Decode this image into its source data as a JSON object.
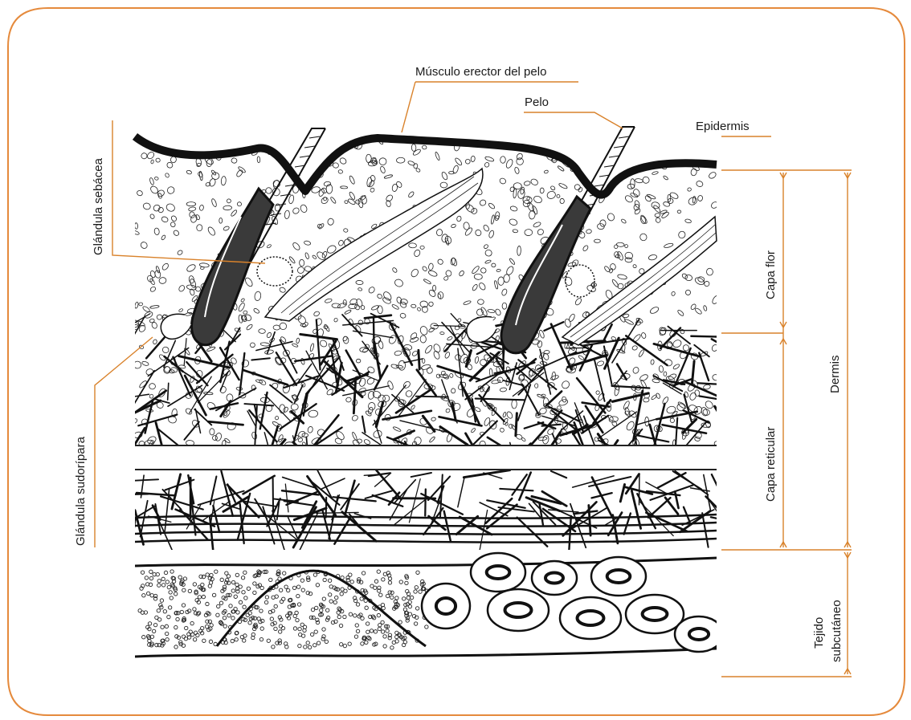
{
  "labels": {
    "musculo": "Músculo erector del pelo",
    "pelo": "Pelo",
    "epidermis": "Epidermis",
    "glandula_sebacea": "Glándula sebácea",
    "glandula_sudoripara": "Glándula sudorípara",
    "capa_flor": "Capa  flor",
    "capa_reticular": "Capa reticular",
    "dermis": "Dermis",
    "tejido": "Tejido",
    "subcutaneo": "subcutáneo"
  },
  "colors": {
    "frame": "#e58a3c",
    "leader": "#d9822b",
    "ink": "#111111",
    "background": "#ffffff"
  }
}
